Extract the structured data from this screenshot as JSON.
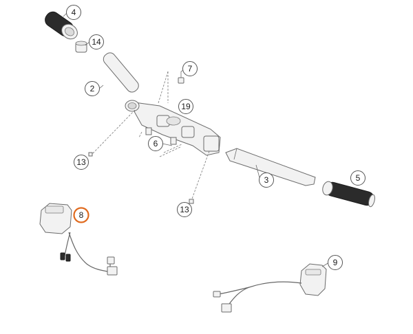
{
  "callouts": [
    {
      "id": "c4",
      "label": "4"
    },
    {
      "id": "c14",
      "label": "14"
    },
    {
      "id": "c2",
      "label": "2"
    },
    {
      "id": "c7",
      "label": "7"
    },
    {
      "id": "c19",
      "label": "19"
    },
    {
      "id": "c6",
      "label": "6"
    },
    {
      "id": "c13a",
      "label": "13"
    },
    {
      "id": "c13b",
      "label": "13"
    },
    {
      "id": "c3",
      "label": "3"
    },
    {
      "id": "c5",
      "label": "5"
    },
    {
      "id": "c8",
      "label": "8",
      "highlight": true
    },
    {
      "id": "c9",
      "label": "9"
    }
  ],
  "colors": {
    "highlight": "#e06a1e",
    "line": "#555555",
    "grip": "#2b2b2b"
  }
}
